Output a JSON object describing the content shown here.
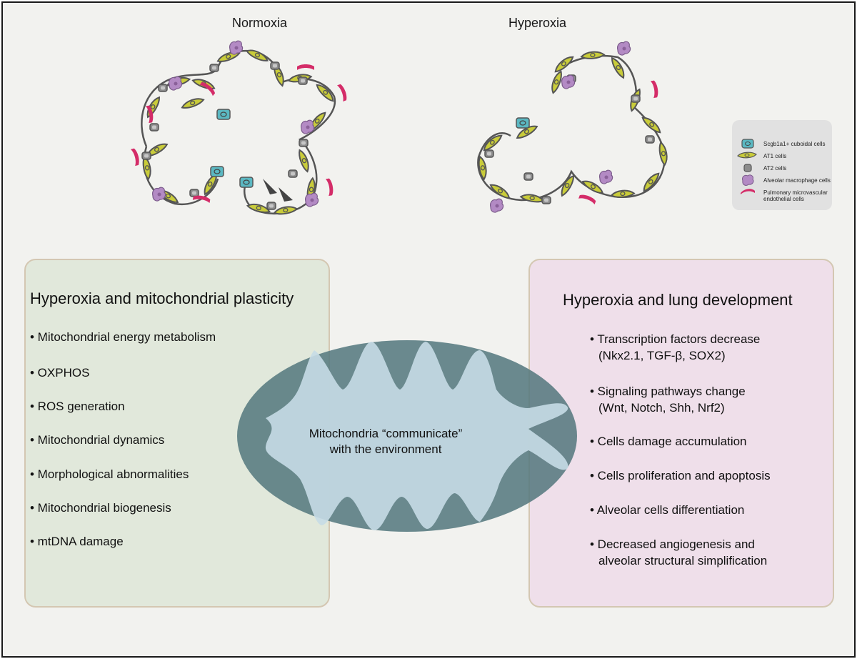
{
  "panels": {
    "normoxia_title": "Normoxia",
    "hyperoxia_title": "Hyperoxia"
  },
  "legend": {
    "items": [
      {
        "label": "Scgb1a1+ cuboidal cells",
        "icon": "cuboidal-cell-icon",
        "color": "#5bb8c2"
      },
      {
        "label": "AT1 cells",
        "icon": "at1-cell-icon",
        "color": "#c9cc3a"
      },
      {
        "label": "AT2 cells",
        "icon": "at2-cell-icon",
        "color": "#8c8c8c"
      },
      {
        "label": "Alveolar macrophage cells",
        "icon": "macrophage-icon",
        "color": "#b38ac4"
      },
      {
        "label": "Pulmonary microvascular endothelial cells",
        "icon": "endothelial-cell-icon",
        "color": "#d42c68"
      }
    ]
  },
  "left_box": {
    "title": "Hyperoxia and mitochondrial plasticity",
    "items": [
      "• Mitochondrial energy metabolism",
      "• OXPHOS",
      "• ROS generation",
      "• Mitochondrial dynamics",
      "• Morphological abnormalities",
      "• Mitochondrial biogenesis",
      "• mtDNA damage"
    ]
  },
  "right_box": {
    "title": "Hyperoxia and lung development",
    "items": [
      {
        "line1": "•  Transcription factors decrease",
        "line2": "(Nkx2.1, TGF-β, SOX2)"
      },
      {
        "line1": "•  Signaling pathways change",
        "line2": "(Wnt, Notch, Shh, Nrf2)"
      },
      {
        "line1": "• Cells damage accumulation",
        "line2": ""
      },
      {
        "line1": "• Cells proliferation and apoptosis",
        "line2": ""
      },
      {
        "line1": "• Alveolar cells differentiation",
        "line2": ""
      },
      {
        "line1": "• Decreased angiogenesis and",
        "line2": "alveolar structural simplification"
      }
    ]
  },
  "center": {
    "line1": "Mitochondria “communicate”",
    "line2": "with the environment"
  },
  "colors": {
    "at1": "#c9cc3a",
    "outline": "#555555",
    "at2": "#8c8c8c",
    "macrophage": "#b38ac4",
    "endothelial": "#d42c68",
    "cuboidal": "#5bb8c2",
    "mito_outer": "#5f7e82",
    "mito_inner": "#c7dbe6"
  }
}
